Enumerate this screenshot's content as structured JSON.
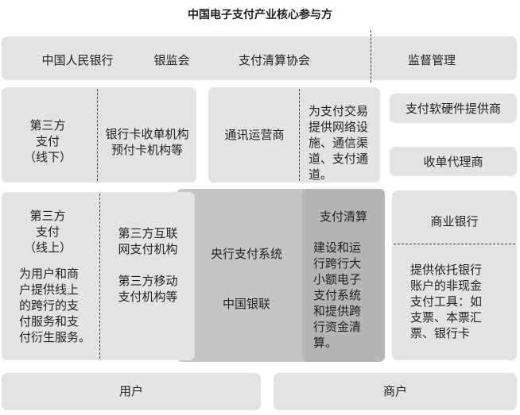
{
  "title": "中国电子支付产业核心参与方",
  "regulators": {
    "pboc": "中国人民银行",
    "cbrc": "银监会",
    "pcac": "支付清算协会",
    "supervision": "监督管理"
  },
  "offline": {
    "label": "第三方\n支付\n（线下）",
    "institutions": "银行卡收单机构\n预付卡机构等"
  },
  "telecom": {
    "label": "通讯运营商",
    "desc": "为支付交易\n提供网络设\n施、通信渠\n道、支付通\n道。"
  },
  "hardware": "支付软硬件提供商",
  "acquirer": "收单代理商",
  "online": {
    "label": "第三方\n支付\n（线上）",
    "desc": "为用户和商\n户提供线上\n的跨行的支\n付服务和支\n付衍生服务。",
    "internet": "第三方互联\n网支付机构",
    "mobile": "第三方移动\n支付机构等"
  },
  "clearing": {
    "cnaps": "央行支付系统",
    "unionpay": "中国银联",
    "label": "支付清算",
    "desc": "建设和运\n行跨行大\n小额电子\n支付系统\n和提供跨\n行资金清\n算。"
  },
  "bank": {
    "label": "商业银行",
    "desc": "提供依托银行\n账户的非现金\n支付工具：如\n支票、本票汇\n票、银行卡"
  },
  "users": "用户",
  "merchants": "商户"
}
